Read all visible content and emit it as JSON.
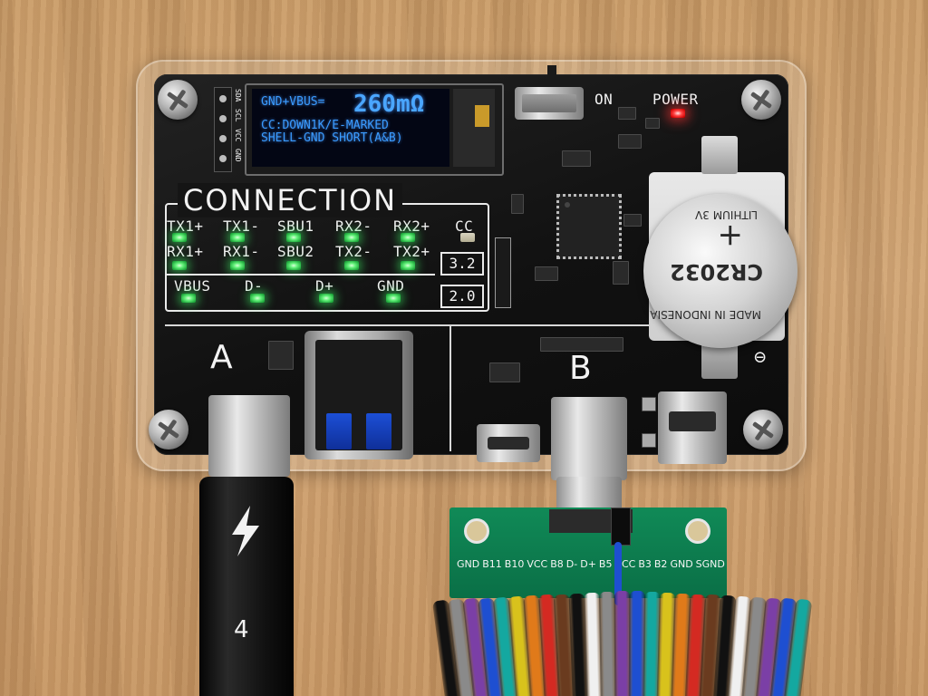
{
  "oled": {
    "line1_label": "GND+VBUS=",
    "resistance": "260mΩ",
    "line2": "CC:DOWN1K/E-MARKED",
    "line3": "SHELL-GND SHORT(A&B)"
  },
  "header_pins": [
    "SDA",
    "SCL",
    "VCC",
    "GND"
  ],
  "board": {
    "on_label": "ON",
    "power_label": "POWER",
    "connection_title": "CONNECTION",
    "port_a": "A",
    "port_b": "B",
    "usb32": "3.2",
    "usb20": "2.0"
  },
  "connection_labels": {
    "tx1p": "TX1+",
    "tx1m": "TX1-",
    "sbu1": "SBU1",
    "rx2m": "RX2-",
    "rx2p": "RX2+",
    "cc": "CC",
    "rx1p": "RX1+",
    "rx1m": "RX1-",
    "sbu2": "SBU2",
    "tx2m": "TX2-",
    "tx2p": "TX2+",
    "vbus": "VBUS",
    "dm": "D-",
    "dp": "D+",
    "gnd": "GND"
  },
  "battery": {
    "model": "CR2032",
    "type": "LITHIUM 3V",
    "origin": "MADE IN INDONESIA"
  },
  "cable": {
    "icon": "thunderbolt-icon",
    "number": "4"
  },
  "breakout_labels": [
    "GND",
    "B11",
    "B10",
    "VCC",
    "B8",
    "D-",
    "D+",
    "B5",
    "VCC",
    "B3",
    "B2",
    "GND",
    "SGND"
  ],
  "wire_colors": [
    "#111111",
    "#8a8a8a",
    "#7b3fa6",
    "#1e4fd1",
    "#14a8a0",
    "#d8c21c",
    "#e07a1a",
    "#d42a22",
    "#6a3b1f",
    "#111111",
    "#f0f0f0",
    "#8a8a8a",
    "#7b3fa6",
    "#1e4fd1",
    "#14a8a0",
    "#d8c21c",
    "#e07a1a",
    "#d42a22",
    "#6a3b1f",
    "#111111",
    "#f0f0f0",
    "#8a8a8a",
    "#7b3fa6",
    "#1e4fd1",
    "#14a8a0"
  ],
  "colors": {
    "led_green": "#63f27a",
    "led_red": "#ff4242",
    "oled_blue": "#3a9bff",
    "pcb_black": "#111111",
    "breakout_green": "#0a6f46"
  }
}
